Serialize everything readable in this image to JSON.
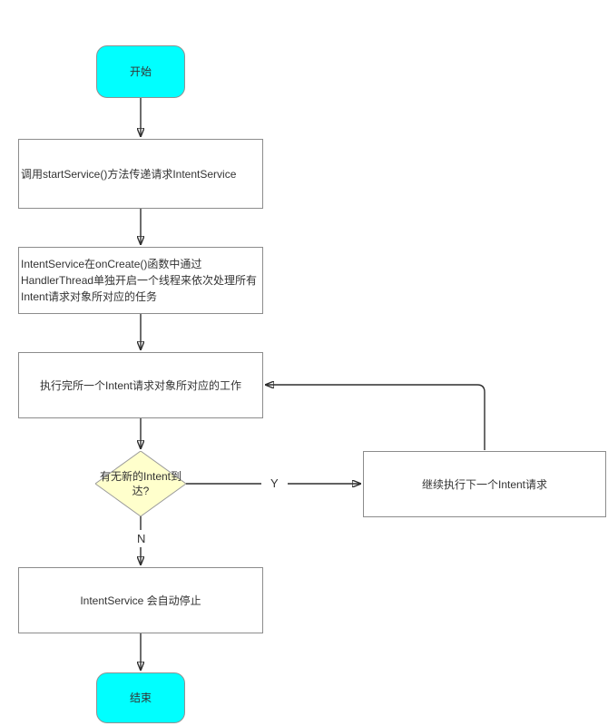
{
  "colors": {
    "terminal_fill": "#00ffff",
    "decision_fill": "#ffffcc",
    "process_fill": "#ffffff",
    "shape_border": "#8c8c8c",
    "connector": "#2e2e2e",
    "text": "#333333"
  },
  "nodes": {
    "start": {
      "label": "开始"
    },
    "call_start_service": {
      "label": "调用startService()方法传递请求IntentService"
    },
    "oncreate_handler_thread": {
      "label": "IntentService在onCreate()函数中通过HandlerThread单独开启一个线程来依次处理所有Intent请求对象所对应的任务"
    },
    "execute_work": {
      "label": "执行完所一个Intent请求对象所对应的工作"
    },
    "decision_new_intent": {
      "label": "有无新的Intent到达?"
    },
    "continue_next_intent": {
      "label": "继续执行下一个Intent请求"
    },
    "auto_stop": {
      "label": "IntentService 会自动停止"
    },
    "end": {
      "label": "结束"
    }
  },
  "edges": {
    "yes_label": "Y",
    "no_label": "N"
  }
}
